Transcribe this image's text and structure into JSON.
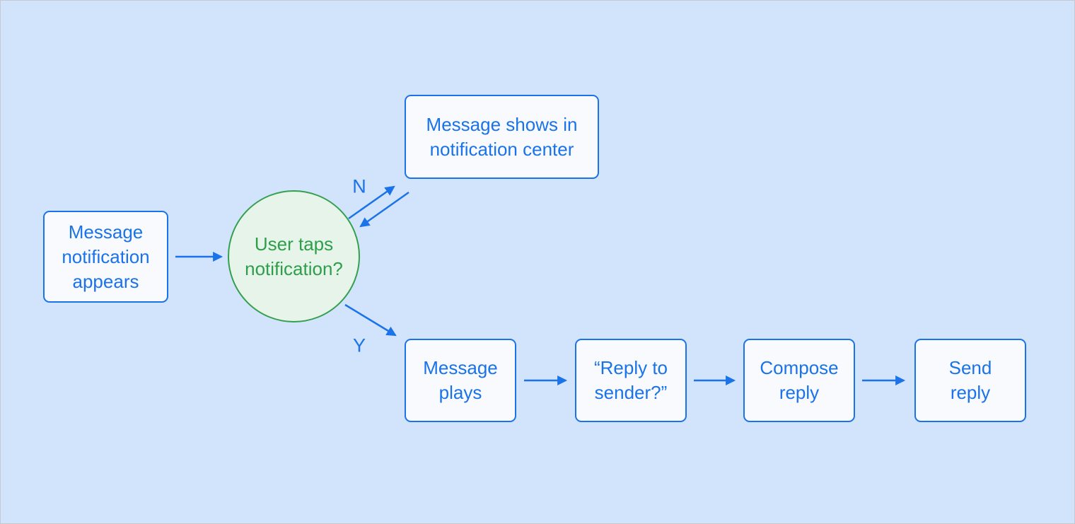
{
  "colors": {
    "background": "#d2e3fc",
    "frame_border": "#c6c9ce",
    "accent_blue": "#1a73e8",
    "rect_node_fill": "#f8fafd",
    "decision_fill": "#e6f4ea",
    "decision_green": "#34a04e"
  },
  "diagram": {
    "nodes": {
      "start": {
        "label": "Message\nnotification\nappears",
        "shape": "rectangle"
      },
      "decision": {
        "label": "User taps\nnotification?",
        "shape": "circle"
      },
      "no_result": {
        "label": "Message shows in\nnotification center",
        "shape": "rectangle"
      },
      "yes_step1": {
        "label": "Message\nplays",
        "shape": "rectangle"
      },
      "yes_step2": {
        "label": "“Reply to\nsender?”",
        "shape": "rectangle"
      },
      "yes_step3": {
        "label": "Compose\nreply",
        "shape": "rectangle"
      },
      "yes_step4": {
        "label": "Send\nreply",
        "shape": "rectangle"
      }
    },
    "edge_labels": {
      "no": "N",
      "yes": "Y"
    }
  }
}
